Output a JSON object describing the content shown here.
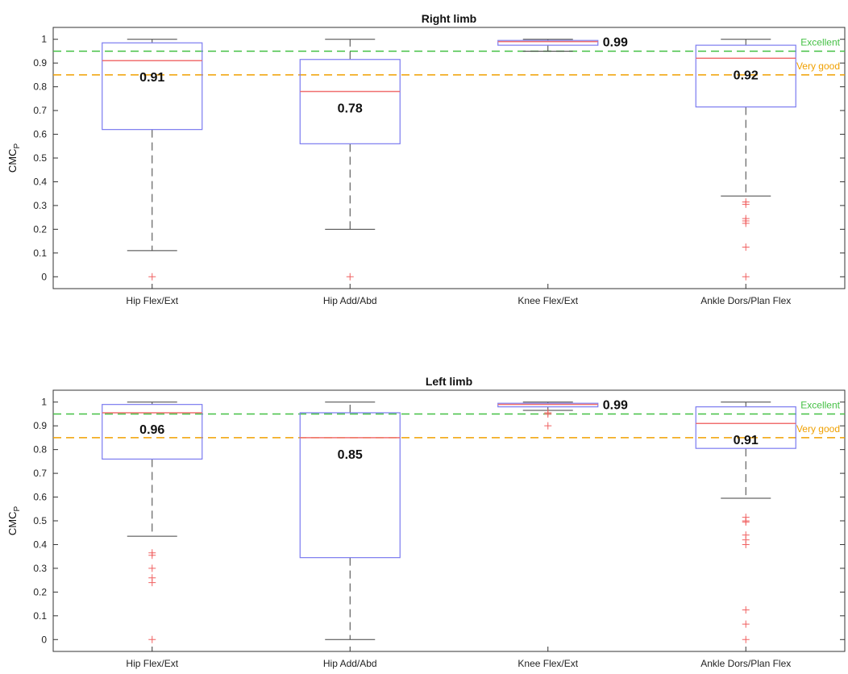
{
  "chart_data": [
    {
      "type": "box",
      "title": "Right limb",
      "ylabel": "CMC",
      "ylabel_sub": "P",
      "ylim": [
        -0.05,
        1.05
      ],
      "yticks": [
        "0",
        "0.1",
        "0.2",
        "0.3",
        "0.4",
        "0.5",
        "0.6",
        "0.7",
        "0.8",
        "0.9",
        "1"
      ],
      "categories": [
        "Hip Flex/Ext",
        "Hip Add/Abd",
        "Knee Flex/Ext",
        "Ankle Dors/Plan Flex"
      ],
      "reference_lines": [
        {
          "label": "Excellent",
          "value": 0.95,
          "color": "#44c044"
        },
        {
          "label": "Very good",
          "value": 0.85,
          "color": "#f0a000"
        }
      ],
      "boxes": [
        {
          "category": "Hip Flex/Ext",
          "whisker_low": 0.11,
          "q1": 0.62,
          "median": 0.91,
          "q3": 0.985,
          "whisker_high": 1.0,
          "outliers": [
            0.0
          ],
          "median_label": "0.91"
        },
        {
          "category": "Hip Add/Abd",
          "whisker_low": 0.2,
          "q1": 0.56,
          "median": 0.78,
          "q3": 0.915,
          "whisker_high": 1.0,
          "outliers": [
            0.0
          ],
          "median_label": "0.78"
        },
        {
          "category": "Knee Flex/Ext",
          "whisker_low": 0.95,
          "q1": 0.975,
          "median": 0.99,
          "q3": 0.995,
          "whisker_high": 1.0,
          "outliers": [],
          "median_label": "0.99"
        },
        {
          "category": "Ankle Dors/Plan Flex",
          "whisker_low": 0.34,
          "q1": 0.715,
          "median": 0.92,
          "q3": 0.975,
          "whisker_high": 1.0,
          "outliers": [
            0.315,
            0.305,
            0.245,
            0.235,
            0.225,
            0.125,
            0.0
          ],
          "median_label": "0.92"
        }
      ]
    },
    {
      "type": "box",
      "title": "Left limb",
      "ylabel": "CMC",
      "ylabel_sub": "P",
      "ylim": [
        -0.05,
        1.05
      ],
      "yticks": [
        "0",
        "0.1",
        "0.2",
        "0.3",
        "0.4",
        "0.5",
        "0.6",
        "0.7",
        "0.8",
        "0.9",
        "1"
      ],
      "categories": [
        "Hip Flex/Ext",
        "Hip Add/Abd",
        "Knee Flex/Ext",
        "Ankle Dors/Plan Flex"
      ],
      "reference_lines": [
        {
          "label": "Excellent",
          "value": 0.95,
          "color": "#44c044"
        },
        {
          "label": "Very good",
          "value": 0.85,
          "color": "#f0a000"
        }
      ],
      "boxes": [
        {
          "category": "Hip Flex/Ext",
          "whisker_low": 0.435,
          "q1": 0.76,
          "median": 0.955,
          "q3": 0.99,
          "whisker_high": 1.0,
          "outliers": [
            0.365,
            0.355,
            0.3,
            0.26,
            0.24,
            0.0
          ],
          "median_label": "0.96"
        },
        {
          "category": "Hip Add/Abd",
          "whisker_low": 0.0,
          "q1": 0.345,
          "median": 0.85,
          "q3": 0.955,
          "whisker_high": 1.0,
          "outliers": [],
          "median_label": "0.85"
        },
        {
          "category": "Knee Flex/Ext",
          "whisker_low": 0.965,
          "q1": 0.98,
          "median": 0.99,
          "q3": 0.995,
          "whisker_high": 1.0,
          "outliers": [
            0.955,
            0.95,
            0.9
          ],
          "median_label": "0.99"
        },
        {
          "category": "Ankle Dors/Plan Flex",
          "whisker_low": 0.595,
          "q1": 0.805,
          "median": 0.91,
          "q3": 0.98,
          "whisker_high": 1.0,
          "outliers": [
            0.515,
            0.5,
            0.495,
            0.44,
            0.42,
            0.4,
            0.125,
            0.065,
            0.0
          ],
          "median_label": "0.91"
        }
      ]
    }
  ],
  "colors": {
    "box": "#7b7bf0",
    "median": "#f07070",
    "whisker": "#404040",
    "outlier": "#f06060",
    "axis": "#333333"
  }
}
